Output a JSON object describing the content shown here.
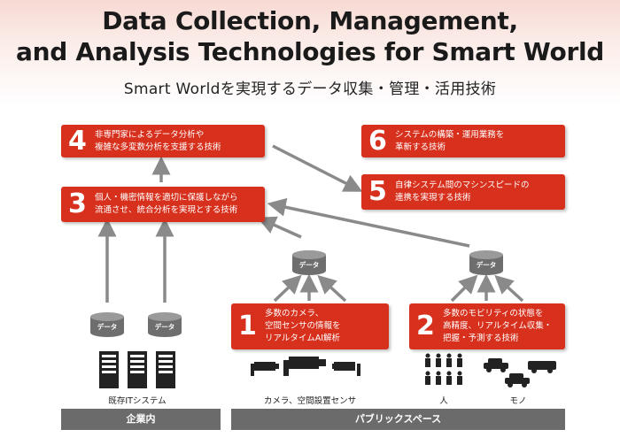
{
  "header": {
    "title_line1": "Data Collection, Management,",
    "title_line2": "and Analysis Technologies for Smart World",
    "subtitle": "Smart Worldを実現するデータ収集・管理・活用技術"
  },
  "boxes": [
    {
      "num": "4",
      "text": "非専門家によるデータ分析や\n複雑な多変数分析を支援する技術"
    },
    {
      "num": "3",
      "text": "個人・機密情報を適切に保護しながら\n流通させ、統合分析を実現とする技術"
    },
    {
      "num": "6",
      "text": "システムの構築・運用業務を\n革新する技術"
    },
    {
      "num": "5",
      "text": "自律システム間のマシンスピードの\n連携を実現する技術"
    },
    {
      "num": "1",
      "text": "多数のカメラ、\n空間センサの情報を\nリアルタイムAI解析"
    },
    {
      "num": "2",
      "text": "多数のモビリティの状態を\n高精度、リアルタイム収集・\n把握・予測する技術"
    }
  ],
  "data_label": "データ",
  "captions": {
    "legacy": "既存ITシステム",
    "cameras": "カメラ、空間設置センサ",
    "people": "人",
    "things": "モノ"
  },
  "bars": {
    "enterprise": "企業内",
    "public": "パブリックスペース"
  },
  "colors": {
    "accent": "#d7301d",
    "arrow": "#8a8a8a",
    "bar": "#6b6b6b"
  }
}
